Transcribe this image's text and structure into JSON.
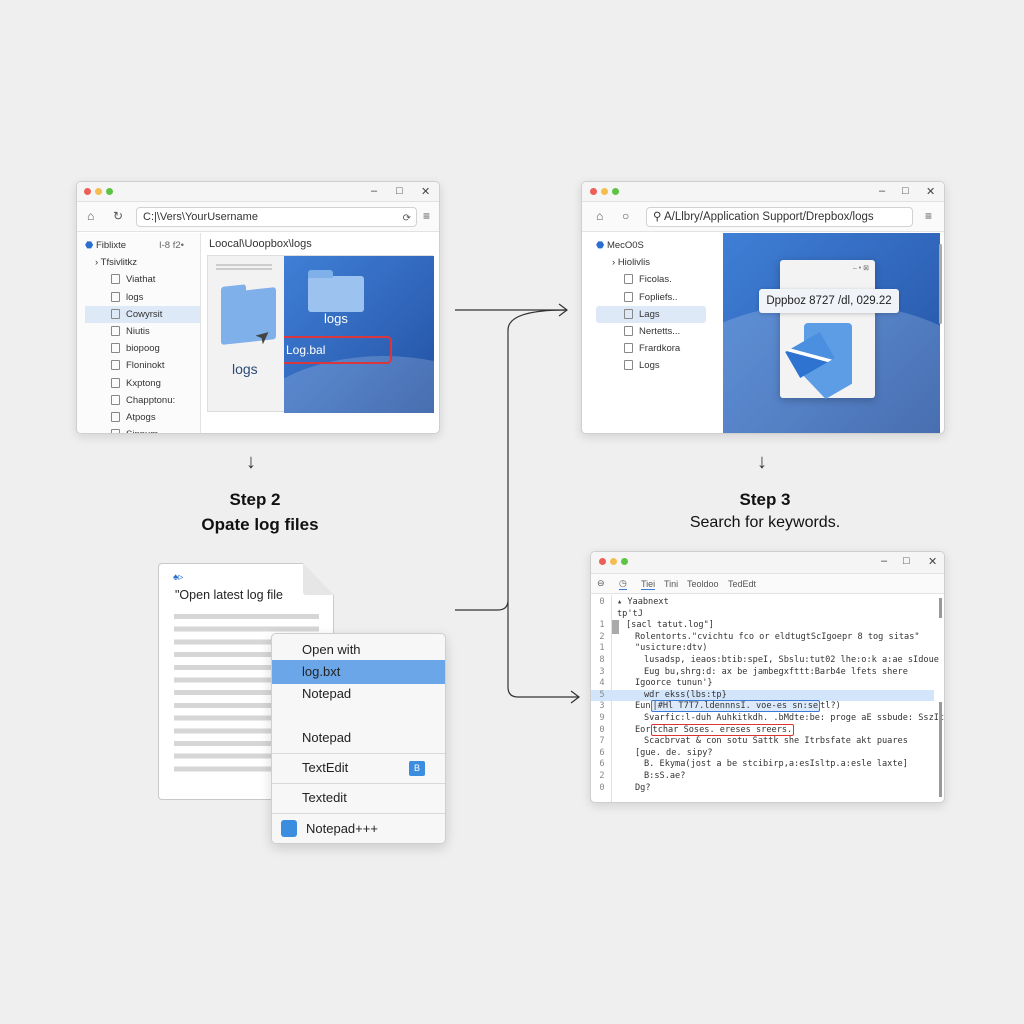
{
  "window_a": {
    "address": "C:|\\Vers\\YourUsername",
    "sidebar_header": "Fiblixte",
    "sidebar_meta": "I-8  f2•",
    "sidebar_group": "Tfsivlitkz",
    "sidebar_items": [
      "Viathat",
      "logs",
      "Cowyrsit",
      "Niutis",
      "biopoog",
      "Floninokt",
      "Kxptong",
      "Chapptonu:",
      "Atpogs",
      "Sinnum"
    ],
    "selected_index": 2,
    "breadcrumb": "Loocal\\Uoopbox\\logs",
    "folder_label": "logs",
    "folder2_label": "logs",
    "file_label": "Log.bal",
    "highlight_color": "#d9363e"
  },
  "window_b": {
    "address": "A/Llbry/Application Support/Drepbox/logs",
    "sidebar_header": "MecO0S",
    "sidebar_group": "Hiolivlis",
    "sidebar_items": [
      "Ficolas.",
      "Fopliefs..",
      "Lags",
      "Nertetts...",
      "Frardkora",
      "Logs"
    ],
    "selected_index": 2,
    "tooltip": "Dppboz 8727 /dl, 029.22"
  },
  "step2": {
    "title": "Step 2",
    "subtitle": "Opate log files"
  },
  "step3": {
    "title": "Step 3",
    "subtitle": "Search for keywords."
  },
  "document": {
    "caption": "\"Open latest log file"
  },
  "context_menu": {
    "items": [
      "Open with",
      "log.bxt",
      "Notepad",
      "Notepad",
      "TextEdit",
      "Textedit",
      "Notepad+++"
    ],
    "selected_index": 1,
    "accent": "#6aa6e8"
  },
  "editor": {
    "tabs": [
      "Tiei",
      "Tini",
      "Teoldoo",
      "TedEdt"
    ],
    "lines": [
      {
        "n": "0",
        "i": 0,
        "t": "▴ Yaabnext"
      },
      {
        "n": "",
        "i": 0,
        "t": "tp'tJ"
      },
      {
        "n": "1",
        "i": 1,
        "t": "[sacl tatut.log\"]"
      },
      {
        "n": "2",
        "i": 2,
        "t": "Rolentorts.\"cvichtu  fco  or eldtugtScIgoepr 8 tog sitas\""
      },
      {
        "n": "1",
        "i": 2,
        "t": "\"usicture:dtv)"
      },
      {
        "n": "8",
        "i": 3,
        "t": "lusadsp, ieaos:btib:speI,  Sbslu:tut02  lhe:o:k  a:ae sIdoue"
      },
      {
        "n": "3",
        "i": 3,
        "t": "Eug  bu,shrg:d:  ax  be jambegxfttt:Barb4e  lfets shere"
      },
      {
        "n": "4",
        "i": 2,
        "t": "Igoorce tunun'}"
      },
      {
        "n": "5",
        "i": 3,
        "t": "wdr  ekss(lbs:tp}",
        "hl": true
      },
      {
        "n": "3",
        "i": 2,
        "t": "Eun",
        "box": "|#Hl T7T7.ldennnsI. voe-es sn:se",
        "boxc": "blue",
        "after": "tl?)"
      },
      {
        "n": "9",
        "i": 3,
        "t": "Svarfic:l-duh  Auhkitkdh. .bMdte:be: proge  aE ssbude: SszIt"
      },
      {
        "n": "0",
        "i": 2,
        "t": "Eor",
        "box": "tchar  Soses.  ereses  sreers.",
        "boxc": "red",
        "after": ""
      },
      {
        "n": "7",
        "i": 3,
        "t": "Scacbrvat  &  con sotu  Sattk she  Itrbsfate  akt  puares"
      },
      {
        "n": "6",
        "i": 2,
        "t": "[gue. de.  sipy?"
      },
      {
        "n": "6",
        "i": 3,
        "t": "B.  Ekyma(jost  a  be stcibirp,a:esIsltp.a:esle  laxte]"
      },
      {
        "n": "2",
        "i": 3,
        "t": "B:sS.ae?"
      },
      {
        "n": "0",
        "i": 2,
        "t": "Dg?"
      }
    ]
  }
}
